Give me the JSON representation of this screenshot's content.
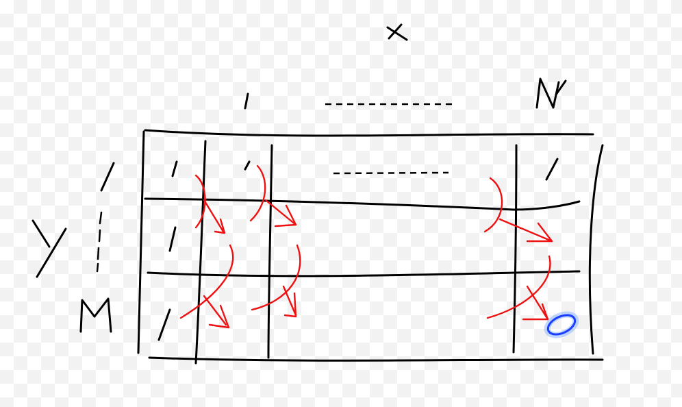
{
  "diagram": {
    "axis_top_label": "x",
    "axis_left_label": "Y",
    "col_start_label": "1",
    "col_end_label": "N",
    "row_start_label": "1",
    "row_end_label": "M",
    "cell_values": [
      "1",
      "1",
      "1",
      "1",
      "1"
    ],
    "colors": {
      "ink": "#000000",
      "arrows": "#ee1111",
      "highlight": "#1a3dff"
    }
  }
}
